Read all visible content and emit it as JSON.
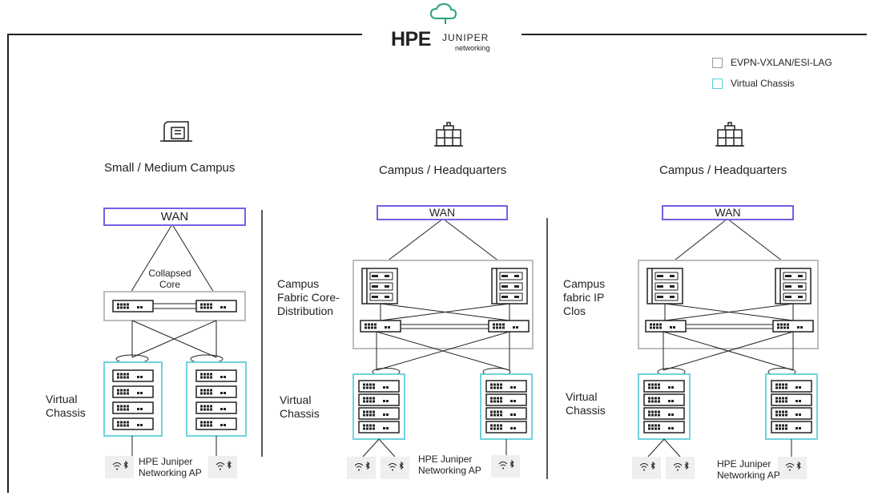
{
  "brand": {
    "logo_main": "HPE",
    "logo_sub": "JUNIPER",
    "logo_sub2": "networking",
    "logo_icon": "cloud-icon"
  },
  "legend": {
    "items": [
      {
        "label": "EVPN-VXLAN/ESI-LAG",
        "color": "#9a9a9a"
      },
      {
        "label": "Virtual Chassis",
        "color": "#5ad0dc"
      }
    ]
  },
  "colors": {
    "wan_border": "#7b5ce6",
    "fabric_border": "#bdbdbd",
    "vc_border": "#6fd3dd",
    "line": "#222222"
  },
  "sections": [
    {
      "icon": "office-building-icon",
      "title": "Small / Medium Campus",
      "wan": "WAN",
      "core_label": "Collapsed Core",
      "vc_label": "Virtual Chassis",
      "ap_label": "HPE Juniper Networking AP"
    },
    {
      "icon": "headquarters-building-icon",
      "title": "Campus / Headquarters",
      "wan": "WAN",
      "fabric_label": "Campus Fabric Core- Distribution",
      "vc_label": "Virtual Chassis",
      "ap_label": "HPE Juniper Networking AP"
    },
    {
      "icon": "headquarters-building-icon",
      "title": "Campus / Headquarters",
      "wan": "WAN",
      "fabric_label": "Campus fabric IP Clos",
      "vc_label": "Virtual Chassis",
      "ap_label": "HPE Juniper Networking AP"
    }
  ]
}
